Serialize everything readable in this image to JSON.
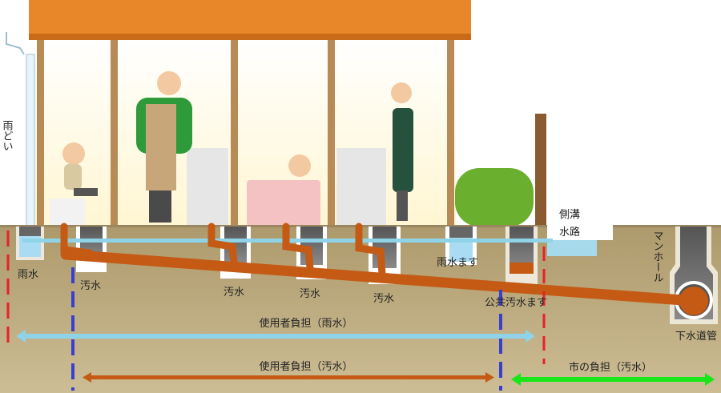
{
  "labels": {
    "downspout": "雨どい",
    "rainwater": "雨水",
    "sewage_1": "汚水",
    "sewage_2": "汚水",
    "sewage_3": "汚水",
    "sewage_4": "汚水",
    "rain_box": "雨水ます",
    "public_sewage_box": "公共汚水ます",
    "side_ditch_1": "側溝",
    "side_ditch_2": "水路",
    "manhole": "マンホール",
    "sewer_pipe": "下水道管",
    "user_burden_rain": "使用者負担（雨水）",
    "user_burden_sewage": "使用者負担（汚水）",
    "city_burden_sewage": "市の負担（汚水）"
  },
  "colors": {
    "rain_pipe": "#8fd3e8",
    "sewage_pipe": "#c45a14",
    "city_arrow": "#19e619",
    "rain_boundary": "#e8202a",
    "sewage_boundary": "#3a3fcc",
    "soil": "#bfae86",
    "roof": "#e8872a"
  }
}
